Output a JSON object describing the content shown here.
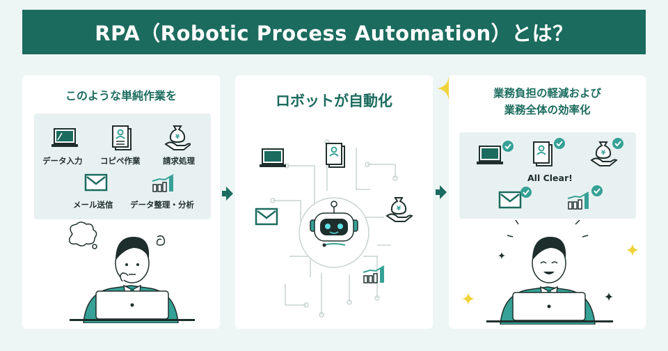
{
  "banner": {
    "title": "RPA（Robotic Process Automation）とは？"
  },
  "panel1": {
    "title": "このような単純作業を",
    "items": [
      "データ入力",
      "コピペ作業",
      "請求処理",
      "メール送信",
      "データ整理・分析"
    ]
  },
  "panel2": {
    "title": "ロボットが自動化"
  },
  "panel3": {
    "title_line1": "業務負担の軽減および",
    "title_line2": "業務全体の効率化",
    "status": "All Clear!"
  },
  "colors": {
    "brand": "#1b6b5e",
    "accent": "#36a196",
    "star": "#f0d33a",
    "bg": "#eef5f5"
  }
}
